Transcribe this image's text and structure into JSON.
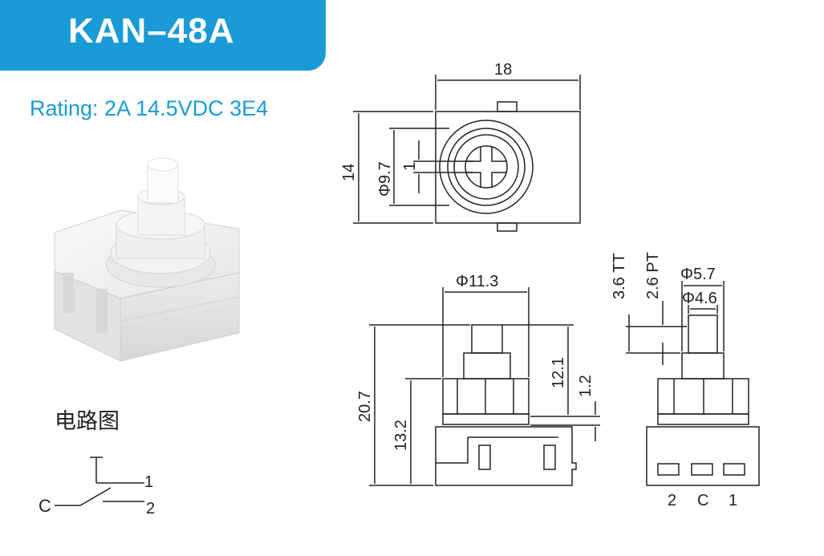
{
  "header": {
    "title": "KAN–48A"
  },
  "rating": "Rating: 2A 14.5VDC 3E4",
  "circuit": {
    "label": "电路图",
    "pins": {
      "c": "C",
      "p1": "1",
      "p2": "2"
    }
  },
  "top_view": {
    "width": "18",
    "height": "14",
    "inner_dia": "Φ9.7",
    "gap": "1"
  },
  "front_view": {
    "body_dia": "Φ11.3",
    "total_height": "20.7",
    "body_height": "13.2",
    "cap_height": "12.1",
    "step": "1.2"
  },
  "side_view": {
    "travel_tt": "3.6 TT",
    "travel_pt": "2.6 PT",
    "outer_dia": "Φ5.7",
    "inner_dia": "Φ4.6",
    "pins": [
      "2",
      "C",
      "1"
    ]
  },
  "colors": {
    "accent": "#1a9ad6",
    "line": "#222222"
  }
}
